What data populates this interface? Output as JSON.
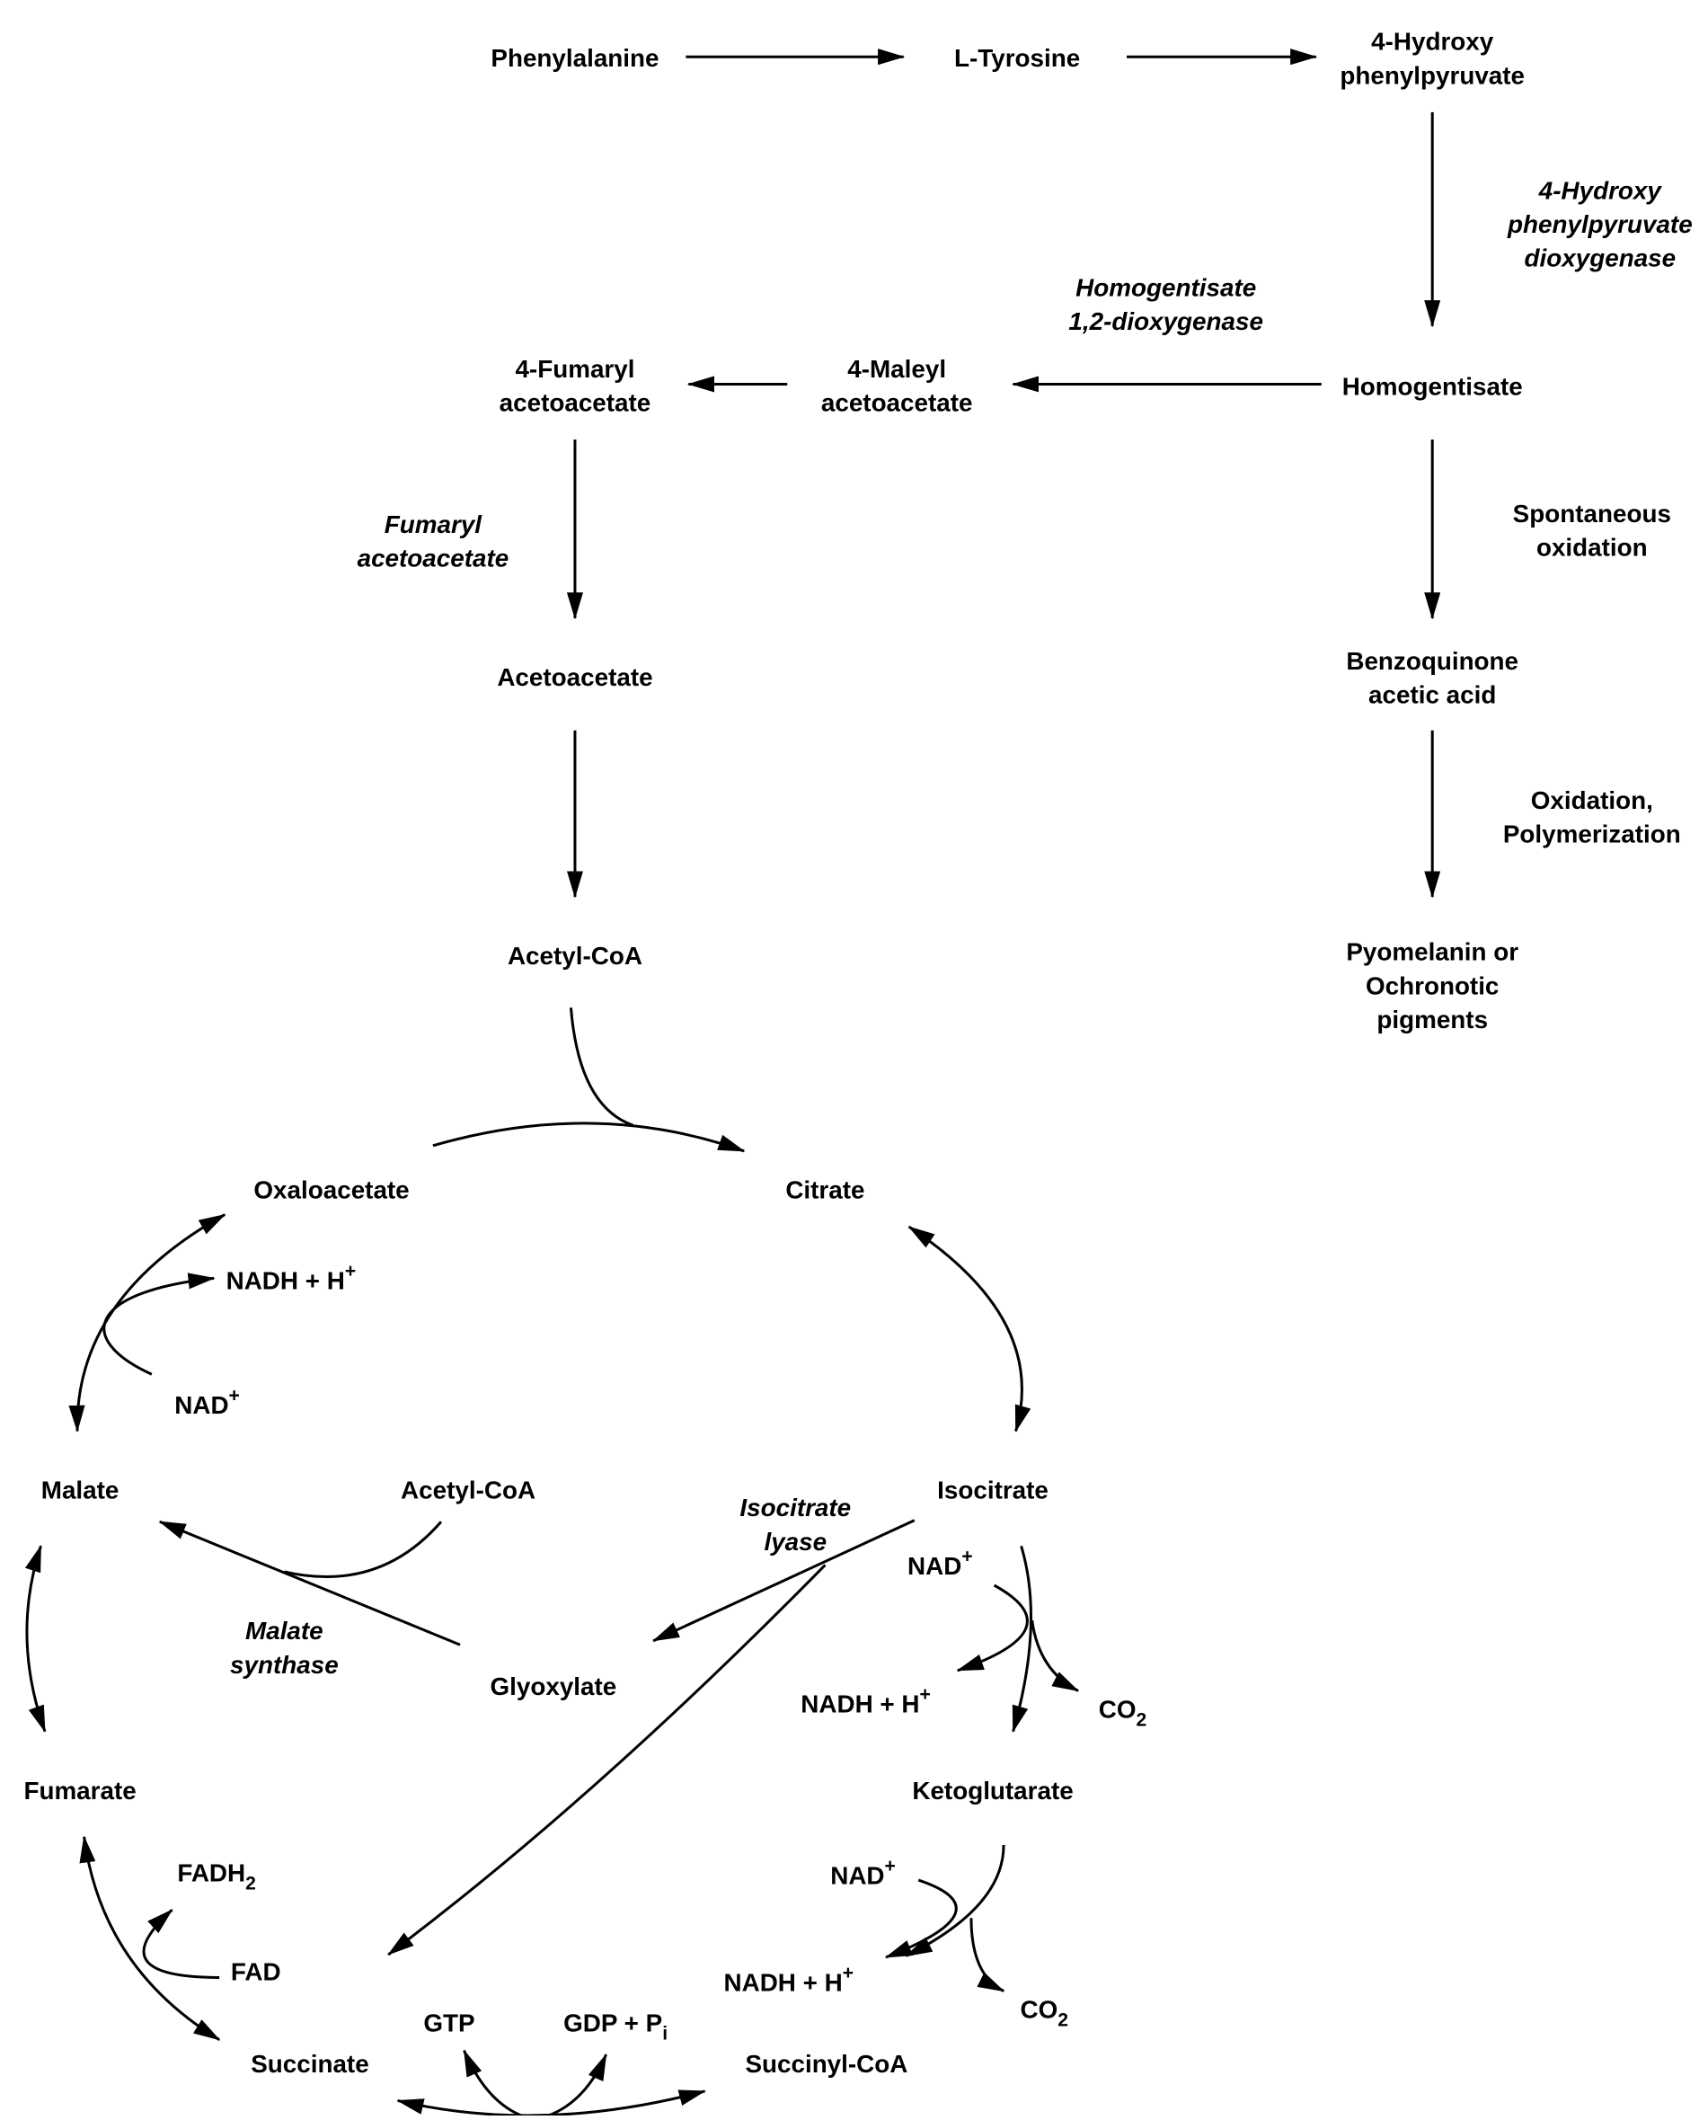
{
  "compounds": {
    "phenylalanine": "Phenylalanine",
    "tyrosine": "L-Tyrosine",
    "hpp": [
      "4-Hydroxy",
      "phenylpyruvate"
    ],
    "homogentisate": "Homogentisate",
    "maleyl": [
      "4-Maleyl",
      "acetoacetate"
    ],
    "fumaryl": [
      "4-Fumaryl",
      "acetoacetate"
    ],
    "acetoacetate": "Acetoacetate",
    "acetyl_coa": "Acetyl-CoA",
    "benzoquinone": [
      "Benzoquinone",
      "acetic acid"
    ],
    "pigments": [
      "Pyomelanin or",
      "Ochronotic",
      "pigments"
    ],
    "oxaloacetate": "Oxaloacetate",
    "citrate": "Citrate",
    "isocitrate": "Isocitrate",
    "malate": "Malate",
    "acetyl_coa_2": "Acetyl-CoA",
    "glyoxylate": "Glyoxylate",
    "fumarate": "Fumarate",
    "ketoglutarate": "Ketoglutarate",
    "succinate": "Succinate",
    "succinyl_coa": "Succinyl-CoA"
  },
  "enzymes": {
    "hppd": [
      "4-Hydroxy",
      "phenylpyruvate",
      "dioxygenase"
    ],
    "hgd": [
      "Homogentisate",
      "1,2-dioxygenase"
    ],
    "fah": [
      "Fumaryl",
      "acetoacetate"
    ],
    "isocitrate_lyase": [
      "Isocitrate",
      "lyase"
    ],
    "malate_synthase": [
      "Malate",
      "synthase"
    ]
  },
  "processes": {
    "spontaneous": [
      "Spontaneous",
      "oxidation"
    ],
    "polymerization": [
      "Oxidation,",
      "Polymerization"
    ]
  },
  "cofactors": {
    "nadh": "NADH + H",
    "nadh_sup": "+",
    "nad": "NAD",
    "nad_sup": "+",
    "co2": "CO",
    "co2_sub": "2",
    "fadh2": "FADH",
    "fadh2_sub": "2",
    "fad": "FAD",
    "gtp": "GTP",
    "gdp": "GDP + P",
    "gdp_sub": "i"
  }
}
